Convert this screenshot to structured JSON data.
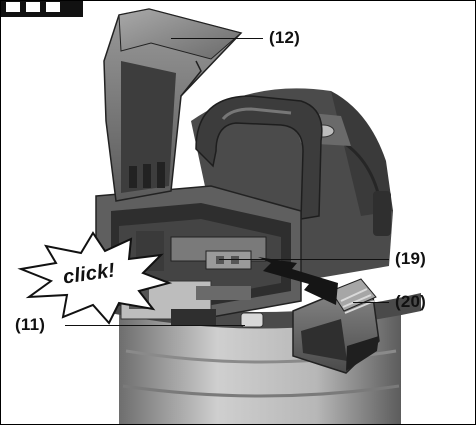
{
  "callouts": {
    "c12": "(12)",
    "c19": "(19)",
    "c20": "(20)",
    "c11": "(11)"
  },
  "sound_effect": "click!",
  "colors": {
    "ink": "#111111",
    "body_light": "#cfcfcf",
    "body_mid": "#8c8c8c",
    "body_dark": "#3a3a3a",
    "burst_fill": "#ffffff"
  },
  "icons": [
    "push-arrow-icon",
    "click-burst-icon"
  ]
}
